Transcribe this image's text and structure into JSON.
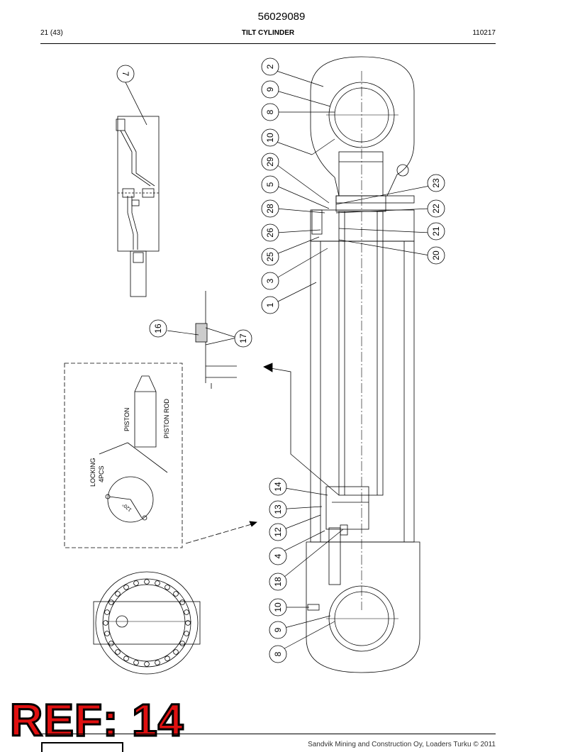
{
  "header": {
    "doc_number": "56029089",
    "page": "21 (43)",
    "title": "TILT CYLINDER",
    "code": "110217"
  },
  "callouts": [
    "7",
    "2",
    "9",
    "8",
    "10",
    "29",
    "5",
    "28",
    "26",
    "25",
    "3",
    "1",
    "23",
    "22",
    "21",
    "20",
    "16",
    "17",
    "14",
    "13",
    "12",
    "4",
    "18",
    "10",
    "9",
    "8"
  ],
  "detail": {
    "piston": "PISTON",
    "piston_rod": "PISTON ROD",
    "locking": "LOCKING",
    "pcs": "4PCS",
    "angle": "120°"
  },
  "stamp": "REF: 14",
  "footer": {
    "copyright": "Sandvik Mining and Construction Oy, Loaders Turku © 2011"
  }
}
